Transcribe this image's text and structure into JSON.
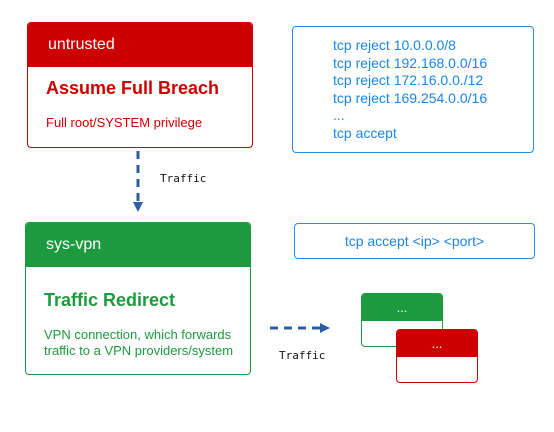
{
  "untrusted": {
    "header": "untrusted",
    "title": "Assume Full Breach",
    "description": "Full root/SYSTEM privilege",
    "color": "#cc0000"
  },
  "firewall_rules": [
    "tcp reject 10.0.0.0/8",
    "tcp reject 192.168.0.0/16",
    "tcp reject 172.16.0.0./12",
    "tcp reject 169.254.0.0/16",
    "...",
    "tcp accept"
  ],
  "traffic_label_1": "Traffic",
  "sys_vpn": {
    "header": "sys-vpn",
    "title": "Traffic Redirect",
    "description_line1": "VPN connection, which forwards",
    "description_line2": "traffic to a VPN providers/system",
    "color": "#1e9a3e"
  },
  "vpn_rule": "tcp accept <ip> <port>",
  "traffic_label_2": "Traffic",
  "green_node": {
    "label": "...",
    "color": "#1e9a3e"
  },
  "red_node": {
    "label": "...",
    "color": "#cc0000"
  },
  "rule_color": "#1a86e6"
}
